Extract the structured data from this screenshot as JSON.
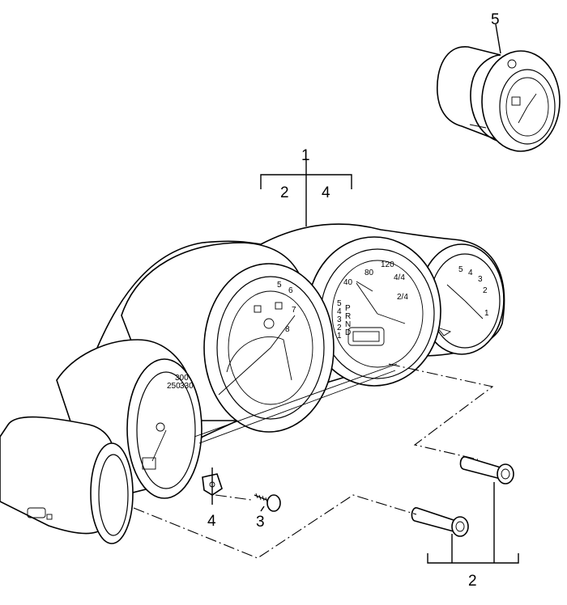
{
  "callouts": {
    "c1": "1",
    "c2_top": "2",
    "c4_top": "4",
    "c5": "5",
    "c4_bottom": "4",
    "c3": "3",
    "c2_bottom": "2"
  },
  "dial_text": {
    "tach_5": "5",
    "tach_6": "6",
    "tach_7": "7",
    "tach_8": "8",
    "speed_80": "80",
    "speed_120": "120",
    "speed_40": "40",
    "fuel_4_4": "4/4",
    "fuel_2_4": "2/4",
    "temp_5": "5",
    "temp_4": "4",
    "temp_3": "3",
    "temp_2": "2",
    "temp_1": "1",
    "left_250": "250",
    "left_300": "300",
    "left_330": "330",
    "gear_5": "5",
    "gear_4": "4",
    "gear_3": "3",
    "gear_2": "2",
    "gear_1": "1",
    "gear_P": "P",
    "gear_R": "R",
    "gear_N": "N",
    "gear_D": "D"
  },
  "colors": {
    "line": "#000000",
    "background": "#ffffff"
  }
}
